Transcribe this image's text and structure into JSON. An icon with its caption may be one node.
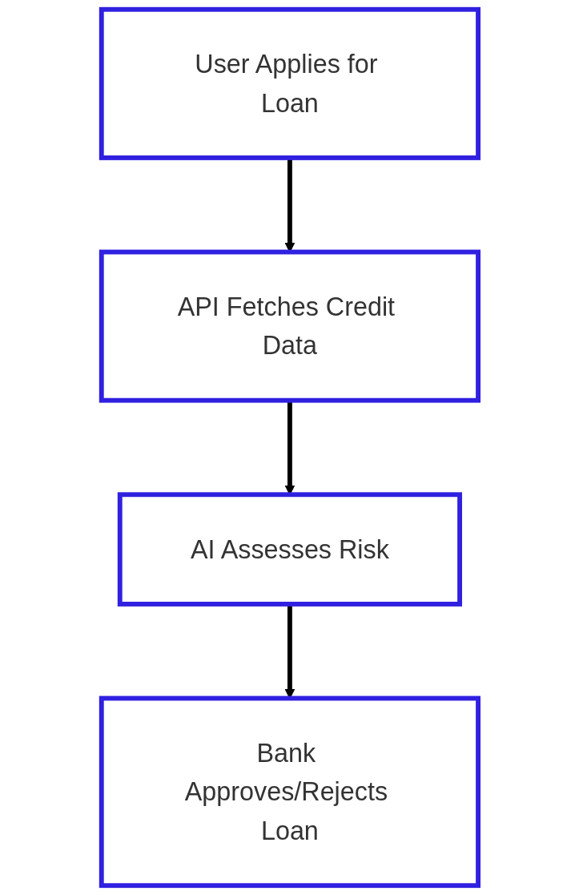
{
  "diagram": {
    "nodes": [
      {
        "text": [
          "User Applies for Loan"
        ]
      },
      {
        "text": [
          "API Fetches Credit Data"
        ]
      },
      {
        "text": [
          "AI Assesses Risk"
        ]
      },
      {
        "text": [
          "Bank Approves/Rejects Loan"
        ]
      }
    ],
    "edges": [
      {
        "from": 0,
        "to": 1,
        "arrow": "to"
      },
      {
        "from": 1,
        "to": 2,
        "arrow": "to"
      },
      {
        "from": 2,
        "to": 3,
        "arrow": "to"
      }
    ]
  }
}
